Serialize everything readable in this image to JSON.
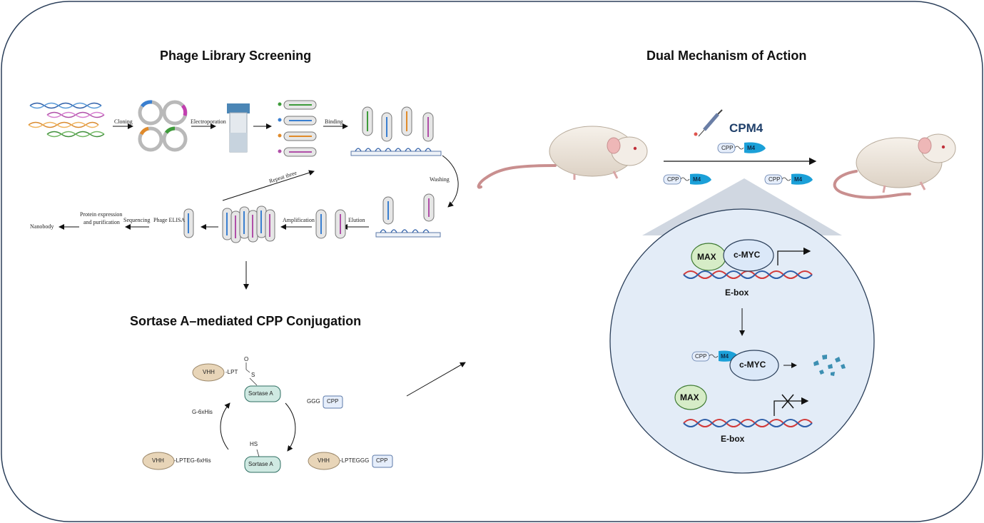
{
  "sections": {
    "phage": "Phage Library Screening",
    "sortase": "Sortase A–mediated CPP Conjugation",
    "mechanism": "Dual Mechanism of Action"
  },
  "phage_steps": {
    "cloning": "Cloning",
    "electroporation": "Electroporation",
    "binding": "Binding",
    "washing": "Washing",
    "repeat": "Repeat three",
    "elution": "Elution",
    "amplification": "Amplification",
    "phage_elisa": "Phage ELISA",
    "sequencing": "Sequencing",
    "protein_expression": "Protein expression",
    "and_purification": "and purification",
    "nanobody": "Nanobody"
  },
  "sortase": {
    "vhh": "VHH",
    "lpt": "-LPT",
    "o": "O",
    "s": "S",
    "hs": "HS",
    "enzyme": "Sortase A",
    "g_his": "G-6xHis",
    "lpteg_his": "-LPTEG-6xHis",
    "ggg": "GGG",
    "cpp": "CPP",
    "lpteggg": "-LPTEGGG"
  },
  "mechanism": {
    "drug": "CPM4",
    "cpp": "CPP",
    "m4": "M4",
    "max": "MAX",
    "cmyc": "c-MYC",
    "ebox": "E-box"
  },
  "colors": {
    "frame": "#2b3f5a",
    "vhh": "#e8d5b8",
    "sortase": "#cfe9e2",
    "cpp": "#e6eefb",
    "m4": "#1ba0d8",
    "max": "#d6ecc7",
    "cmyc": "#dbe8f8",
    "circle": "#e3ecf7",
    "dna_red": "#d23a3a",
    "dna_blue": "#2f5fa8"
  }
}
